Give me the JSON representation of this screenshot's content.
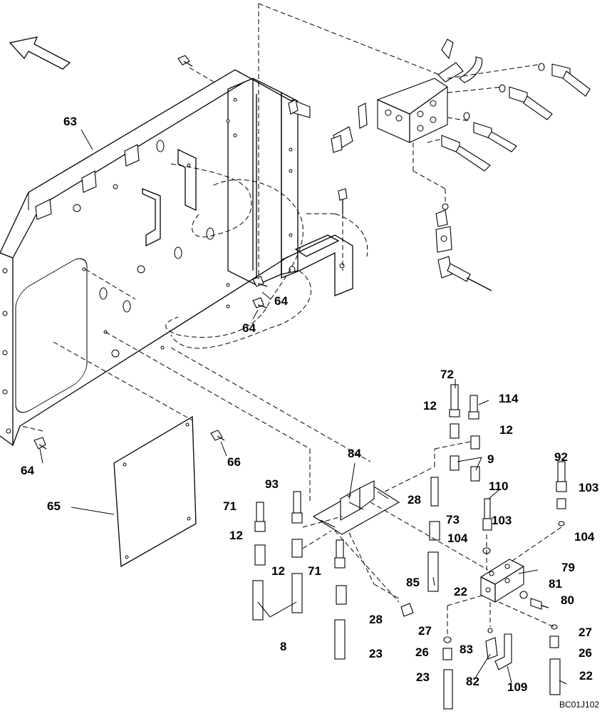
{
  "diagram": {
    "drawing_code": "BC01J102",
    "callouts": [
      {
        "id": "c63",
        "text": "63"
      },
      {
        "id": "c64a",
        "text": "64"
      },
      {
        "id": "c64b",
        "text": "64"
      },
      {
        "id": "c64c",
        "text": "64"
      },
      {
        "id": "c66",
        "text": "66"
      },
      {
        "id": "c65",
        "text": "65"
      },
      {
        "id": "c72",
        "text": "72"
      },
      {
        "id": "c114",
        "text": "114"
      },
      {
        "id": "c12a",
        "text": "12"
      },
      {
        "id": "c12b",
        "text": "12"
      },
      {
        "id": "c12c",
        "text": "12"
      },
      {
        "id": "c12d",
        "text": "12"
      },
      {
        "id": "c9",
        "text": "9"
      },
      {
        "id": "c84",
        "text": "84"
      },
      {
        "id": "c92",
        "text": "92"
      },
      {
        "id": "c93",
        "text": "93"
      },
      {
        "id": "c110",
        "text": "110"
      },
      {
        "id": "c103a",
        "text": "103"
      },
      {
        "id": "c103b",
        "text": "103"
      },
      {
        "id": "c71a",
        "text": "71"
      },
      {
        "id": "c71b",
        "text": "71"
      },
      {
        "id": "c28a",
        "text": "28"
      },
      {
        "id": "c28b",
        "text": "28"
      },
      {
        "id": "c73",
        "text": "73"
      },
      {
        "id": "c104a",
        "text": "104"
      },
      {
        "id": "c104b",
        "text": "104"
      },
      {
        "id": "c79",
        "text": "79"
      },
      {
        "id": "c22a",
        "text": "22"
      },
      {
        "id": "c22b",
        "text": "22"
      },
      {
        "id": "c85",
        "text": "85"
      },
      {
        "id": "c81",
        "text": "81"
      },
      {
        "id": "c80",
        "text": "80"
      },
      {
        "id": "c8",
        "text": "8"
      },
      {
        "id": "c27a",
        "text": "27"
      },
      {
        "id": "c27b",
        "text": "27"
      },
      {
        "id": "c83",
        "text": "83"
      },
      {
        "id": "c26a",
        "text": "26"
      },
      {
        "id": "c26b",
        "text": "26"
      },
      {
        "id": "c23a",
        "text": "23"
      },
      {
        "id": "c23b",
        "text": "23"
      },
      {
        "id": "c82",
        "text": "82"
      },
      {
        "id": "c109",
        "text": "109"
      }
    ]
  }
}
